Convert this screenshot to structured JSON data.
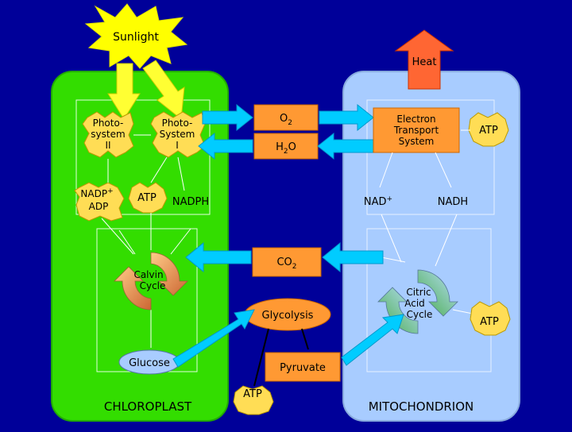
{
  "colors": {
    "background": "#000099",
    "chloroplast": "#33dd00",
    "mitochondrion": "#a8ccff",
    "sun": "#ffff00",
    "heat": "#ff6633",
    "orange_box": "#ff9933",
    "atp_star": "#ffdd55",
    "cyan_arrow": "#00ccff"
  },
  "labels": {
    "sunlight": "Sunlight",
    "heat": "Heat",
    "ps2_l1": "Photo-",
    "ps2_l2": "system",
    "ps2_l3": "II",
    "ps1_l1": "Photo-",
    "ps1_l2": "System",
    "ps1_l3": "I",
    "nadp_plus": "NADP",
    "plus": "+",
    "adp": "ADP",
    "atp": "ATP",
    "nadph": "NADPH",
    "o2": "O",
    "h2o_h": "H",
    "h2o_o": "O",
    "sub2": "2",
    "co2": "CO",
    "etc_l1": "Electron",
    "etc_l2": "Transport",
    "etc_l3": "System",
    "nad_plus": "NAD",
    "nadh": "NADH",
    "calvin_l1": "Calvin",
    "calvin_l2": "Cycle",
    "citric_l1": "Citric",
    "citric_l2": "Acid",
    "citric_l3": "Cycle",
    "glycolysis": "Glycolysis",
    "glucose": "Glucose",
    "pyruvate": "Pyruvate",
    "chloroplast": "CHLOROPLAST",
    "mitochondrion": "MITOCHONDRION"
  }
}
